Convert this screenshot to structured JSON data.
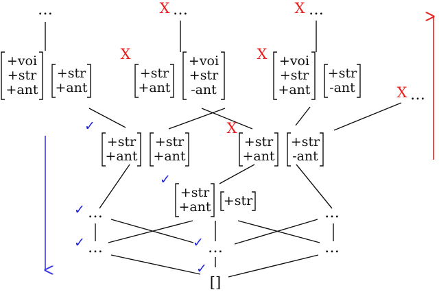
{
  "ellipsis": "…",
  "empty_set": "[]",
  "marks": {
    "cross": "X",
    "check": "✓"
  },
  "colors": {
    "ink": "#111111",
    "cross": "#e8201e",
    "check": "#2323d8",
    "arrow_down": "#3a37e6",
    "arrow_up": "#e8201e"
  },
  "nodes": {
    "top_left_dots": "…",
    "top_mid_dots": "…",
    "top_right_dots": "…",
    "right_dots": "…",
    "l3_left_dots": "…",
    "l3_right_dots": "…",
    "l4_left_dots": "…",
    "l4_mid_dots": "…",
    "l4_right_dots": "…",
    "bottom_set": "[]",
    "b1": [
      "+voi",
      "+str",
      "+ant"
    ],
    "b2": [
      "+str",
      "+ant"
    ],
    "b3": [
      "+str",
      "+ant"
    ],
    "b4": [
      "+voi",
      "+str",
      "-ant"
    ],
    "b5": [
      "+voi",
      "+str",
      "+ant"
    ],
    "b6": [
      "+str",
      "-ant"
    ],
    "b7": [
      "+str",
      "+ant"
    ],
    "b8": [
      "+str",
      "+ant"
    ],
    "b9": [
      "+str",
      "+ant"
    ],
    "b10": [
      "+str",
      "-ant"
    ],
    "b11": [
      "+str",
      "+ant"
    ],
    "b12": [
      "+str"
    ]
  }
}
